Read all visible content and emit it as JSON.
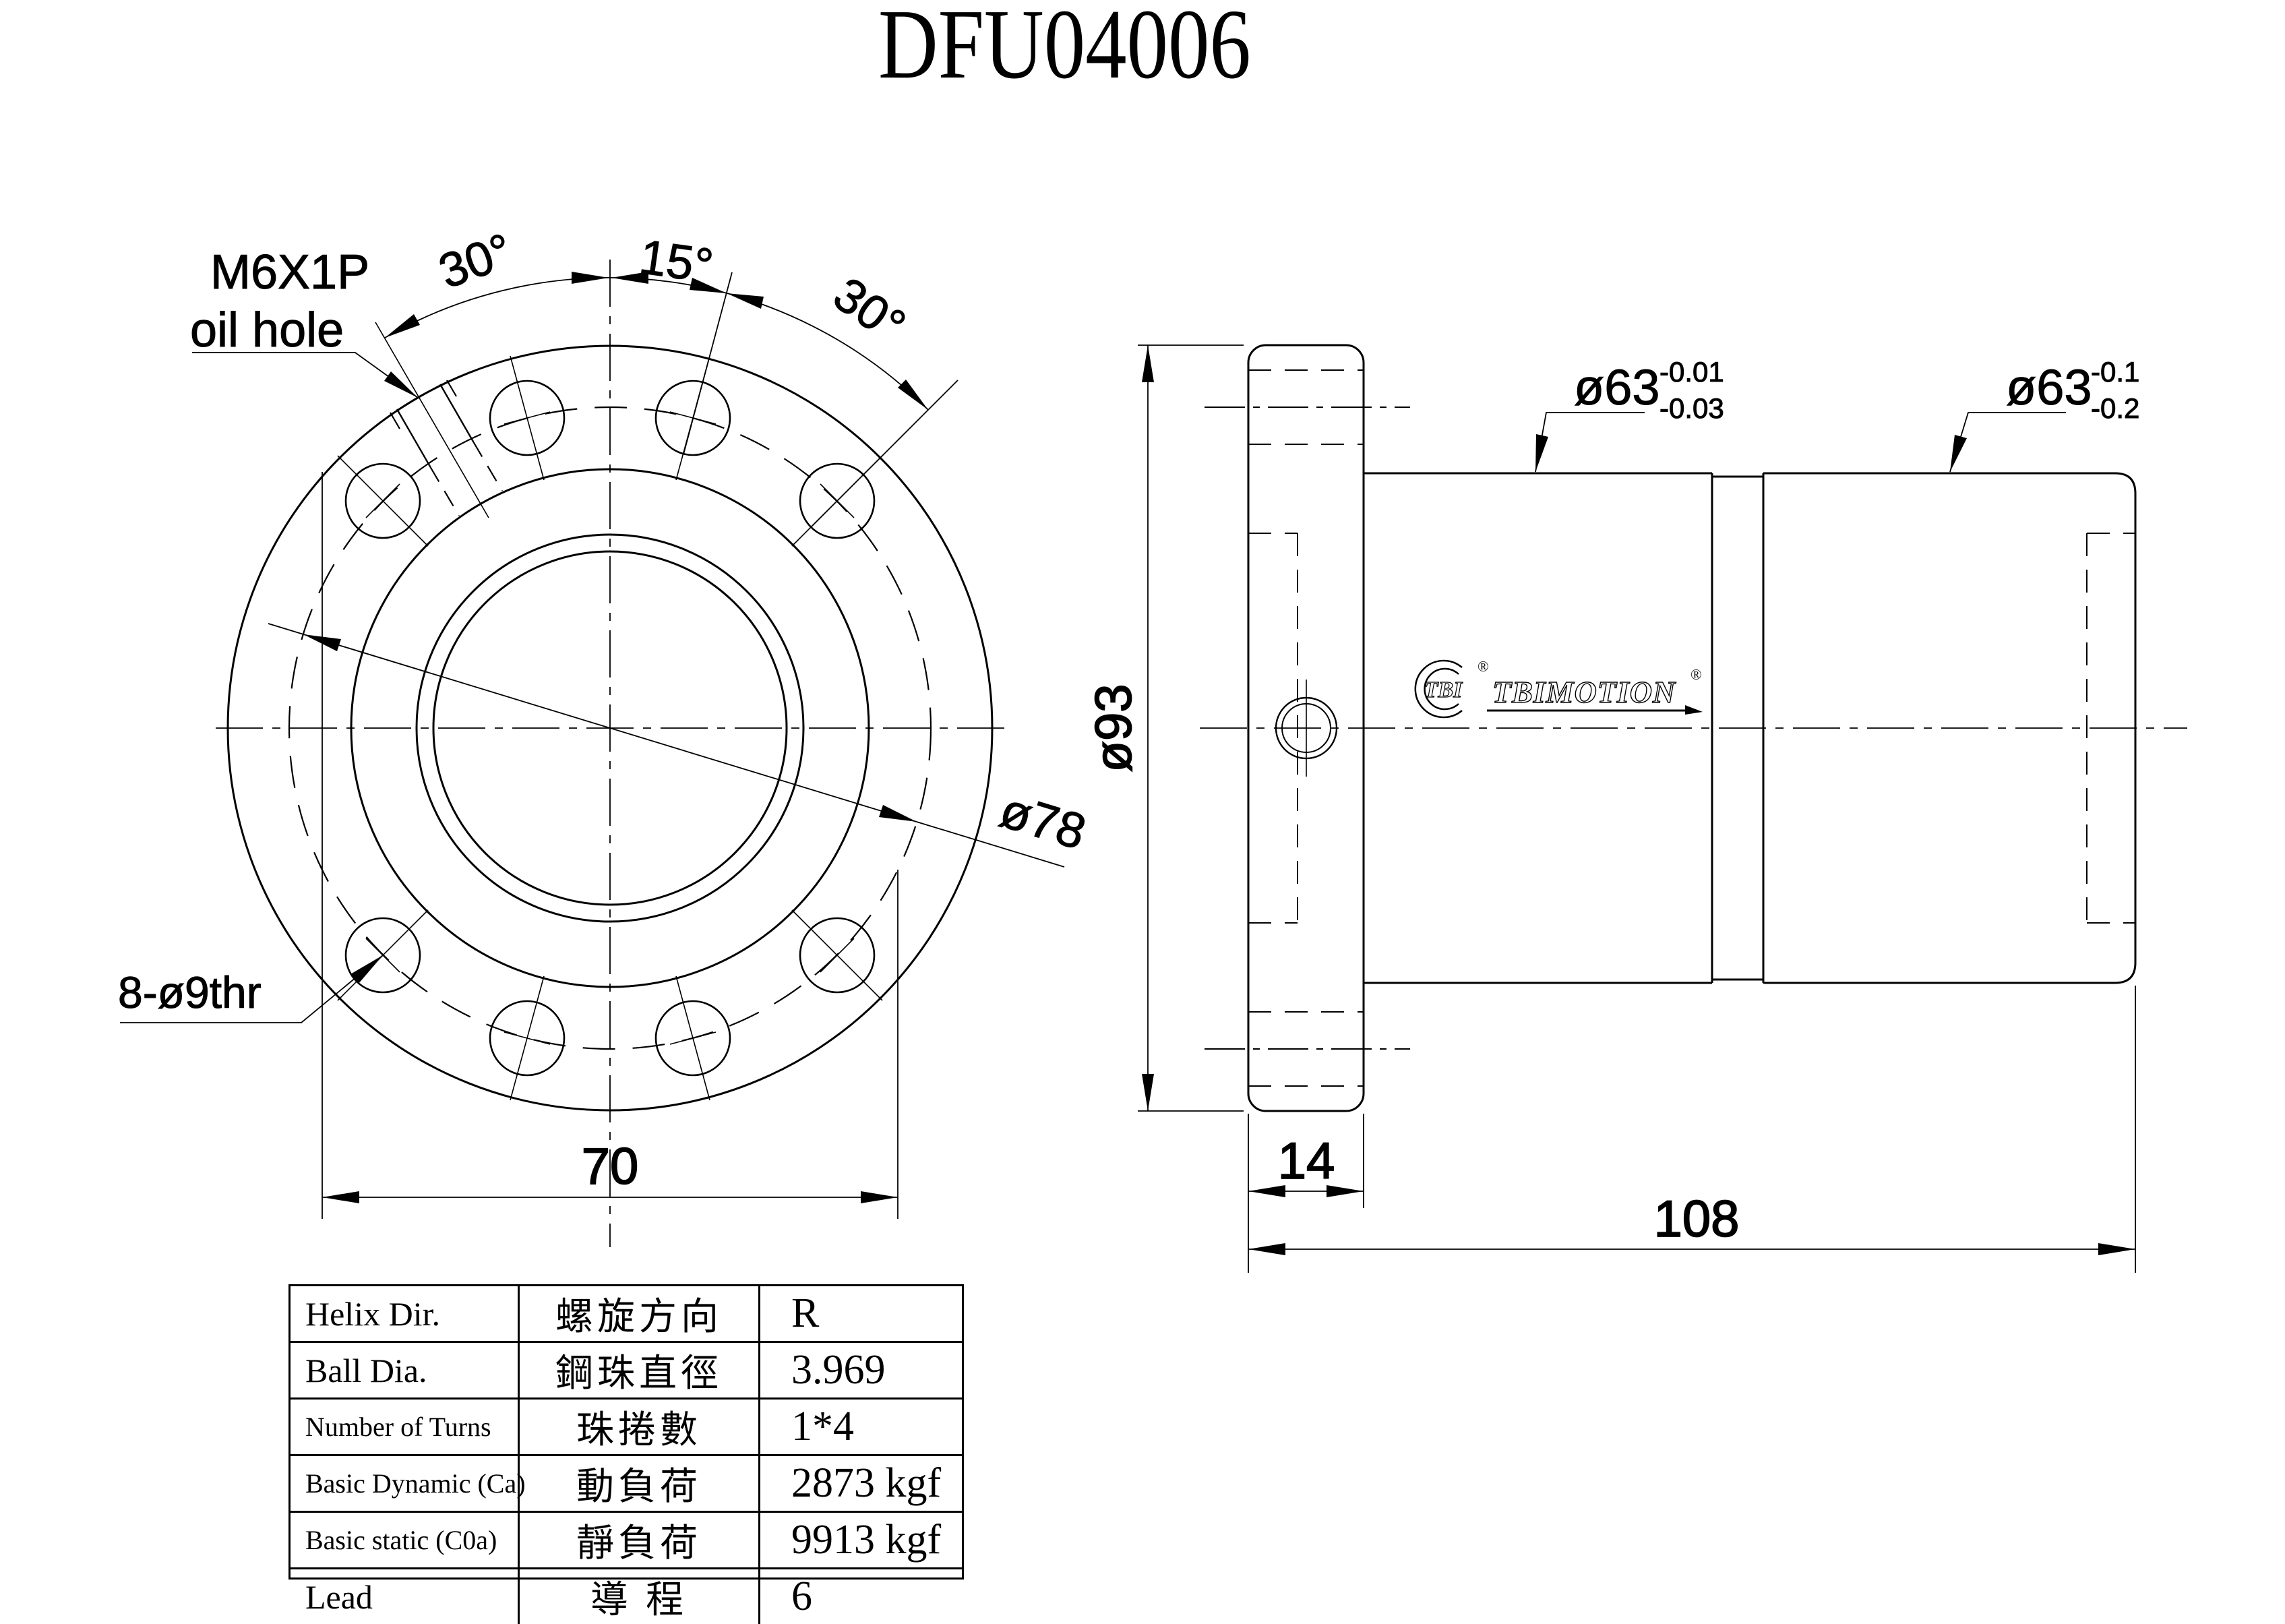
{
  "title": "DFU04006",
  "front_view": {
    "oil_hole_label_line1": "M6X1P",
    "oil_hole_label_line2": "oil hole",
    "angle_left": "30°",
    "angle_middle": "15°",
    "angle_right": "30°",
    "bolt_holes_label": "8-ø9thr",
    "bolt_circle_diameter": "ø78",
    "flange_width": "70"
  },
  "side_view": {
    "flange_diameter": "ø93",
    "flange_thickness": "14",
    "total_length": "108",
    "body_dia_front": {
      "base": "ø63",
      "upper_tol": "-0.01",
      "lower_tol": "-0.03"
    },
    "body_dia_rear": {
      "base": "ø63",
      "upper_tol": "-0.1",
      "lower_tol": "-0.2"
    },
    "logo": {
      "badge": "TBI",
      "brand": "TBIMOTION",
      "registered": "®"
    }
  },
  "spec_table": {
    "rows": [
      {
        "name_en": "Helix  Dir.",
        "name_zh": "螺旋方向",
        "value": "R"
      },
      {
        "name_en": "Ball Dia.",
        "name_zh": "鋼珠直徑",
        "value": "3.969"
      },
      {
        "name_en": "Number of Turns",
        "name_zh": "珠捲數",
        "value": "1*4"
      },
      {
        "name_en": "Basic Dynamic (Ca)",
        "name_zh": "動負荷",
        "value": "2873 kgf"
      },
      {
        "name_en": "Basic static (C0a)",
        "name_zh": "靜負荷",
        "value": "9913 kgf"
      },
      {
        "name_en": "Lead",
        "name_zh": "導 程",
        "value": "6"
      }
    ]
  }
}
